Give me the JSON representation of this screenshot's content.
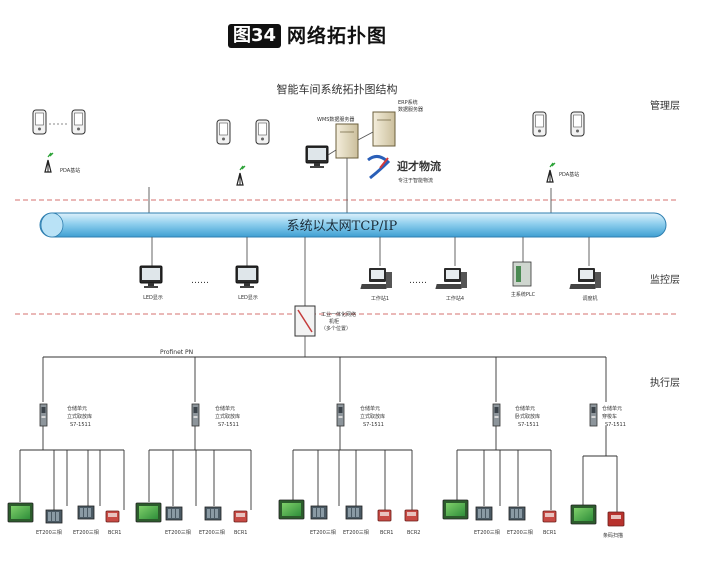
{
  "figure": {
    "number": "图34",
    "title": "网络拓扑图"
  },
  "diagram": {
    "title": "智能车间系统拓扑图结构",
    "layers": {
      "management": "管理层",
      "monitoring": "监控层",
      "execution": "执行层"
    },
    "ethernet_bus": "系统以太网TCP/IP",
    "servers": {
      "wms": "WMS数据服务器",
      "erp_line1": "ERP系统",
      "erp_line2": "数据服务器"
    },
    "logo": {
      "name": "迎才物流",
      "tagline": "专注于智能物流"
    },
    "pda_left": "PDA基站",
    "pda_right": "PDA基站",
    "monitoring": {
      "display1": "LED显示",
      "display2": "LED显示",
      "ws1": "工作站1",
      "ws4": "工作站4",
      "plc": "主系统PLC",
      "ctrl": "调度机",
      "ellipsis": "……"
    },
    "switch": {
      "line1": "工业一体化网络",
      "line2": "机柜",
      "line3": "（多个位置）"
    },
    "profinet": "Profinet  PN",
    "controllers": [
      {
        "line1": "仓储单元",
        "line2": "立式取放库",
        "line3": "S7-1511"
      },
      {
        "line1": "仓储单元",
        "line2": "立式取放库",
        "line3": "S7-1511"
      },
      {
        "line1": "仓储单元",
        "line2": "立式取放库",
        "line3": "S7-1511"
      },
      {
        "line1": "仓储单元",
        "line2": "卧式取放库",
        "line3": "S7-1511"
      },
      {
        "line1": "仓储单元",
        "line2": "穿梭车",
        "line3": "S7-1511"
      }
    ],
    "field": {
      "et200": "ET200三相",
      "bcr": "BCR1",
      "bcr2": "BCR2",
      "last_device": "条码扫描"
    }
  }
}
